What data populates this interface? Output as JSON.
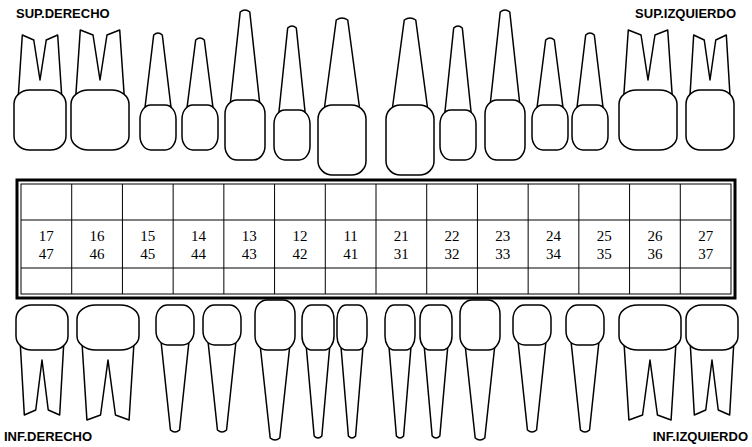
{
  "diagram": {
    "labels": [
      "SUP.DERECHO",
      "SUP.IZQUIERDO",
      "17",
      "16",
      "15",
      "14",
      "13",
      "12",
      "11",
      "21",
      "22",
      "23",
      "24",
      "25",
      "26",
      "27",
      "47",
      "46",
      "45",
      "44",
      "43",
      "42",
      "41",
      "31",
      "32",
      "33",
      "34",
      "35",
      "36",
      "37",
      "INF.DERECHO",
      "INF.IZQUIERDO"
    ]
  }
}
